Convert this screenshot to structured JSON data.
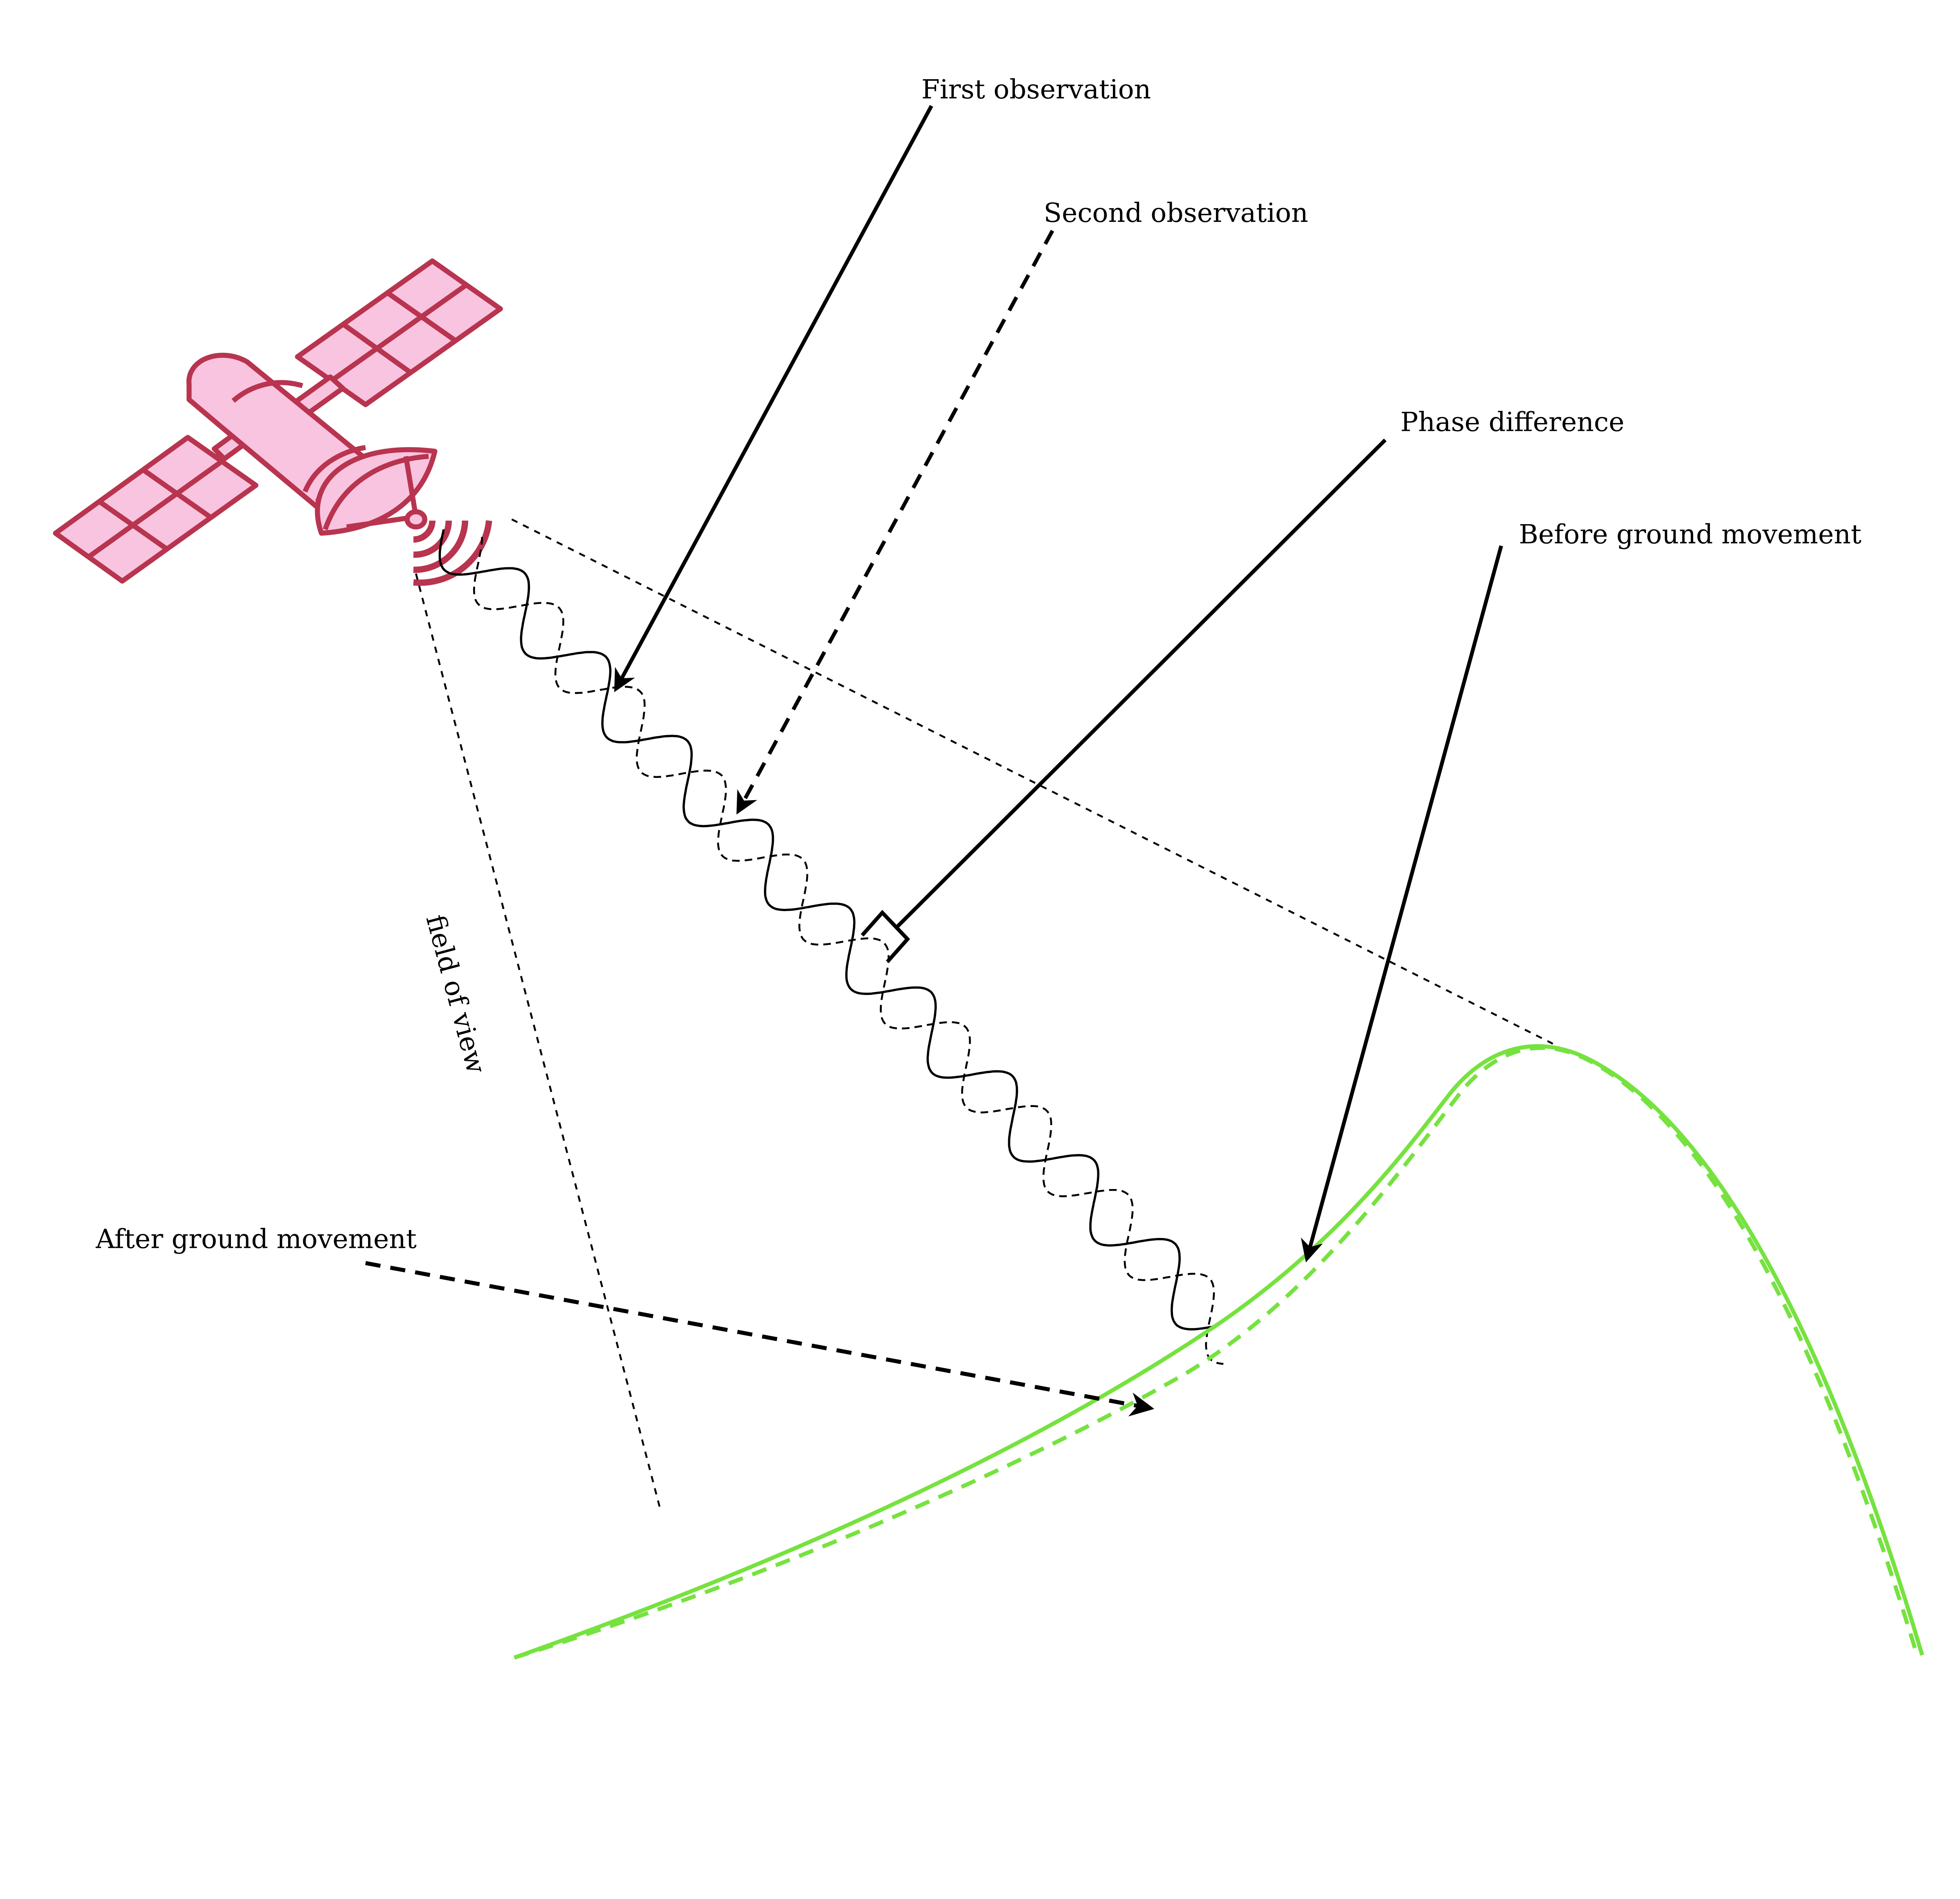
{
  "labels": {
    "first_observation": "First observation",
    "second_observation": "Second observation",
    "phase_difference": "Phase difference",
    "before_ground_movement": "Before ground movement",
    "after_ground_movement": "After ground movement",
    "field_of_view": "field of view"
  },
  "colors": {
    "satellite_fill": "#f9c4df",
    "satellite_stroke": "#b8344f",
    "ground": "#76e23f",
    "ink": "#000000"
  },
  "icons": [
    "satellite-icon",
    "signal-waves-icon"
  ]
}
